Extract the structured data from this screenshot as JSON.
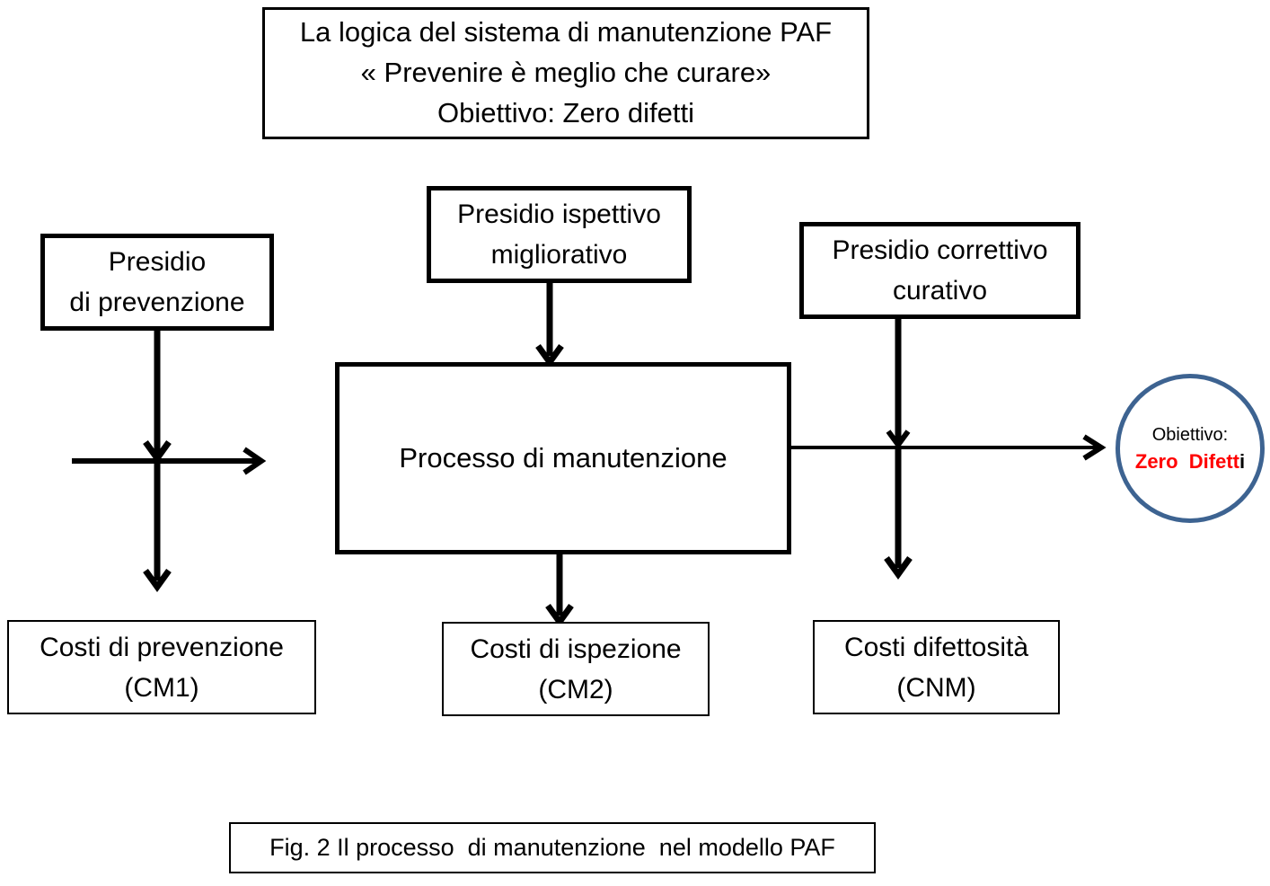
{
  "title_box": {
    "lines": [
      "La logica del sistema di manutenzione PAF",
      "« Prevenire è meglio che curare»",
      "Obiettivo: Zero difetti"
    ]
  },
  "nodes": {
    "prevention": {
      "line1": "Presidio",
      "line2": "di prevenzione"
    },
    "inspection": {
      "line1": "Presidio ispettivo",
      "line2": "migliorativo"
    },
    "corrective": {
      "line1": "Presidio correttivo",
      "line2": "curativo"
    },
    "process": {
      "label": "Processo di manutenzione"
    },
    "cost_prevention": {
      "line1": "Costi di prevenzione",
      "line2": "(CM1)"
    },
    "cost_inspection": {
      "line1": "Costi di ispezione",
      "line2": "(CM2)"
    },
    "cost_defect": {
      "line1": "Costi difettosità",
      "line2": "(CNM)"
    }
  },
  "goal_circle": {
    "line1": "Obiettivo:",
    "line2_red": "Zero  Difett",
    "line2_black": "i"
  },
  "caption": "Fig. 2 Il processo  di manutenzione  nel modello PAF",
  "colors": {
    "line_black": "#000000",
    "circle_stroke": "#3d6391",
    "accent_red": "#ff0000",
    "background": "#ffffff"
  }
}
